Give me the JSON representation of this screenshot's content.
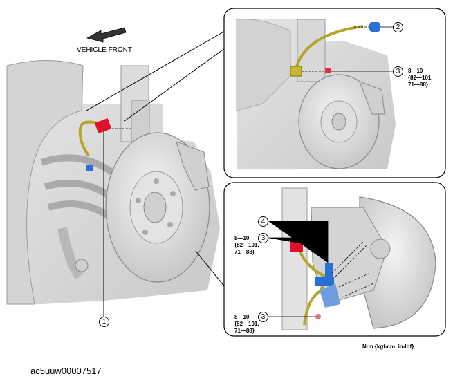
{
  "direction_label": "VEHICLE FRONT",
  "callouts": {
    "one": "1",
    "two": "2",
    "three": "3",
    "four": "4"
  },
  "torque": {
    "line1": "8—10",
    "line2": "{82—101,",
    "line3": "71—88}"
  },
  "units_note": "N·m {kgf-cm, in-lbf}",
  "figure_id": "ac5uuw00007517",
  "colors": {
    "brake_hose": "#b5a62a",
    "clip_red": "#e0102a",
    "clip_blue": "#2a6fd6",
    "frame": "#000000",
    "part_gray": "#d6d6d6"
  }
}
